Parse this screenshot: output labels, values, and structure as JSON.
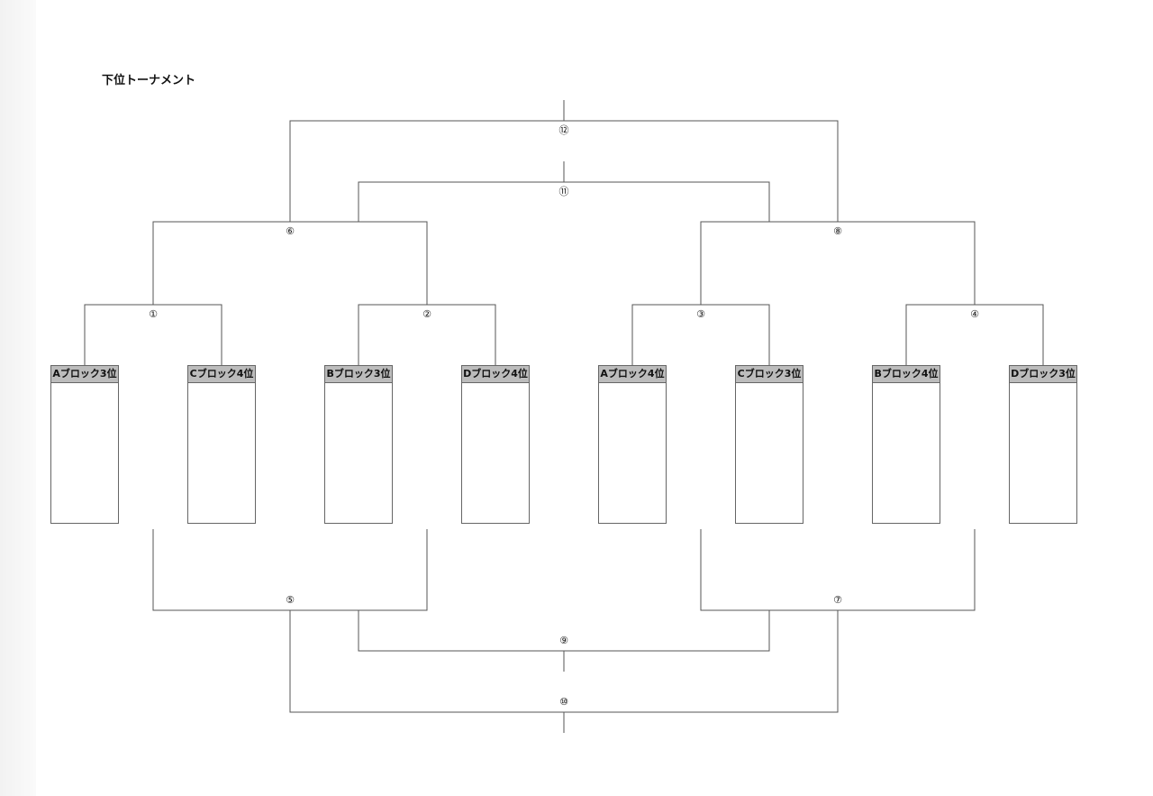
{
  "page": {
    "title": "下位トーナメント"
  },
  "teams": [
    {
      "label": "Aブロック3位"
    },
    {
      "label": "Cブロック4位"
    },
    {
      "label": "Bブロック3位"
    },
    {
      "label": "Dブロック4位"
    },
    {
      "label": "Aブロック4位"
    },
    {
      "label": "Cブロック3位"
    },
    {
      "label": "Bブロック4位"
    },
    {
      "label": "Dブロック3位"
    }
  ],
  "matches": [
    {
      "label": "①"
    },
    {
      "label": "②"
    },
    {
      "label": "③"
    },
    {
      "label": "④"
    },
    {
      "label": "⑤"
    },
    {
      "label": "⑥"
    },
    {
      "label": "⑦"
    },
    {
      "label": "⑧"
    },
    {
      "label": "⑨"
    },
    {
      "label": "⑩"
    },
    {
      "label": "⑪"
    },
    {
      "label": "⑫"
    }
  ],
  "colors": {
    "line": "#555555",
    "header_fill": "#bcbcbc"
  }
}
